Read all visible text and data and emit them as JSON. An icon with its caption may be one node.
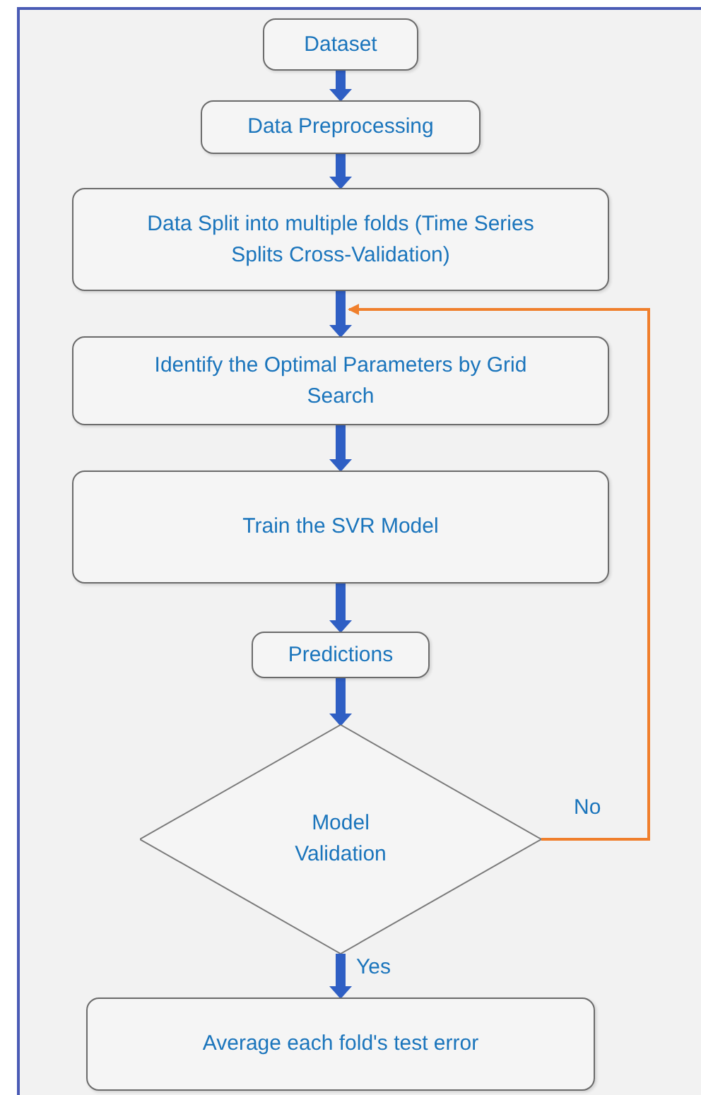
{
  "diagram": {
    "nodes": [
      {
        "text": [
          "Dataset"
        ]
      },
      {
        "text": [
          "Data Preprocessing"
        ]
      },
      {
        "text": [
          "Data Split into multiple folds (Time Series Splits Cross-Validation)"
        ]
      },
      {
        "text": [
          "Identify the Optimal Parameters by Grid Search"
        ]
      },
      {
        "text": [
          "Train the SVR Model"
        ]
      },
      {
        "text": [
          "Predictions"
        ]
      },
      {
        "text": [
          "Model Validation"
        ]
      },
      {
        "text": [
          "Average each fold's test error"
        ]
      }
    ],
    "edges": [
      {
        "from": 0,
        "to": 1,
        "arrow": "to"
      },
      {
        "from": 1,
        "to": 2,
        "arrow": "to"
      },
      {
        "from": 2,
        "to": 3,
        "arrow": "to"
      },
      {
        "from": 3,
        "to": 4,
        "arrow": "to"
      },
      {
        "from": 4,
        "to": 5,
        "arrow": "to"
      },
      {
        "from": 5,
        "to": 6,
        "arrow": "to"
      },
      {
        "from": 6,
        "to": 7,
        "arrow": "to",
        "label": "Yes"
      },
      {
        "from": 6,
        "to": 3,
        "arrow": "to",
        "color": "#f07f2c",
        "label": "No"
      }
    ]
  }
}
